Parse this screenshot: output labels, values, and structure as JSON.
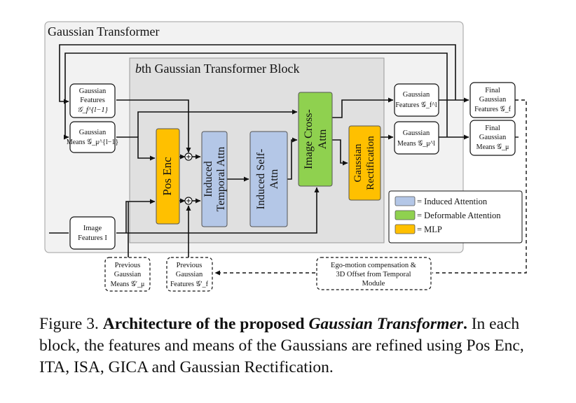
{
  "outer_title": "Gaussian Transformer",
  "block_title_prefix": "b",
  "block_title_rest": "th Gaussian Transformer Block",
  "inputs": {
    "gaussian_features": [
      "Gaussian",
      "Features",
      "𝒢_f^{l−1}"
    ],
    "gaussian_means": [
      "Gaussian",
      "Means 𝒢_μ^{l−1}"
    ],
    "image_features": [
      "Image",
      "Features I"
    ]
  },
  "modules": {
    "pos_enc": "Pos Enc",
    "ita": [
      "Induced",
      "Temporal Attn"
    ],
    "isa": [
      "Induced Self-",
      "Attn"
    ],
    "gica": [
      "Image Cross-",
      "Attn"
    ],
    "rect": [
      "Gaussian",
      "Rectification"
    ]
  },
  "outputs": {
    "features_l": [
      "Gaussian",
      "Features 𝒢_f^l"
    ],
    "means_l": [
      "Gaussian",
      "Means 𝒢_μ^l"
    ],
    "final_features": [
      "Final",
      "Gaussian",
      "Features 𝒢_f"
    ],
    "final_means": [
      "Final",
      "Gaussian",
      "Means 𝒢_μ"
    ]
  },
  "previous": {
    "means": [
      "Previous",
      "Gaussian",
      "Means 𝒢′_μ"
    ],
    "features": [
      "Previous",
      "Gaussian",
      "Features 𝒢′_f"
    ]
  },
  "ego_motion": [
    "Ego-motion compensation &",
    "3D Offset from Temporal",
    "Module"
  ],
  "legend": [
    {
      "label": "= Induced Attention",
      "color": "#b4c7e7"
    },
    {
      "label": "= Deformable Attention",
      "color": "#8fd14f"
    },
    {
      "label": "= MLP",
      "color": "#ffc000"
    }
  ],
  "colors": {
    "induced": "#b4c7e7",
    "deformable": "#8fd14f",
    "mlp": "#ffc000",
    "outer_bg": "#f2f2f2",
    "inner_bg": "#e0e0e0"
  },
  "caption": {
    "prefix": "Figure 3. ",
    "bold_a": "Architecture of the proposed ",
    "bold_italic": "Gaussian Transformer",
    "bold_b": ".",
    "body": " In each block, the features and means of the Gaussians are refined using Pos Enc, ITA, ISA, GICA and Gaussian Rectification."
  }
}
